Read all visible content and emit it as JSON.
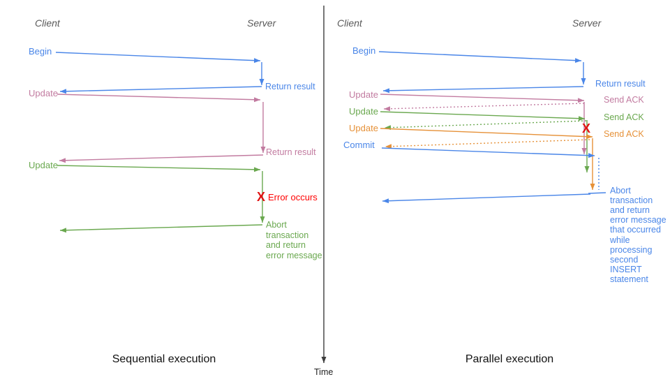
{
  "colors": {
    "blue": "#4a86e8",
    "pink": "#c27ba0",
    "green": "#6aa84f",
    "orange": "#e69138",
    "red": "#ff0000",
    "heading_gray": "#595959",
    "axis": "#3d3d3d"
  },
  "time_axis": {
    "label": "Time"
  },
  "sequential": {
    "title": "Sequential execution",
    "client_label": "Client",
    "server_label": "Server",
    "messages": {
      "begin": "Begin",
      "return_result_1": "Return result",
      "update_1": "Update",
      "return_result_2": "Return result",
      "update_2": "Update",
      "error_mark": "X",
      "error_label": "Error occurs",
      "abort_lines": [
        "Abort",
        "transaction",
        "and return",
        "error message"
      ]
    }
  },
  "parallel": {
    "title": "Parallel execution",
    "client_label": "Client",
    "server_label": "Server",
    "messages": {
      "begin": "Begin",
      "return_result": "Return result",
      "update_1": "Update",
      "send_ack_1": "Send ACK",
      "update_2": "Update",
      "send_ack_2": "Send ACK",
      "update_3": "Update",
      "send_ack_3": "Send ACK",
      "commit": "Commit",
      "error_mark": "X",
      "abort_lines": [
        "Abort",
        "transaction",
        "and return",
        "error message",
        "that occurred",
        "while",
        "processing",
        "second",
        "INSERT",
        "statement"
      ]
    }
  }
}
